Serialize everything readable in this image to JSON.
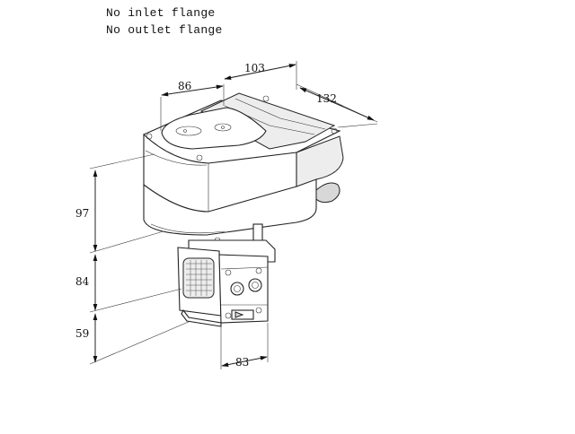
{
  "notes": {
    "line1": "No inlet flange",
    "line2": "No outlet flange"
  },
  "dimensions": {
    "d86": "86",
    "d103": "103",
    "d132": "132",
    "d97": "97",
    "d84": "84",
    "d59": "59",
    "d83": "83"
  }
}
